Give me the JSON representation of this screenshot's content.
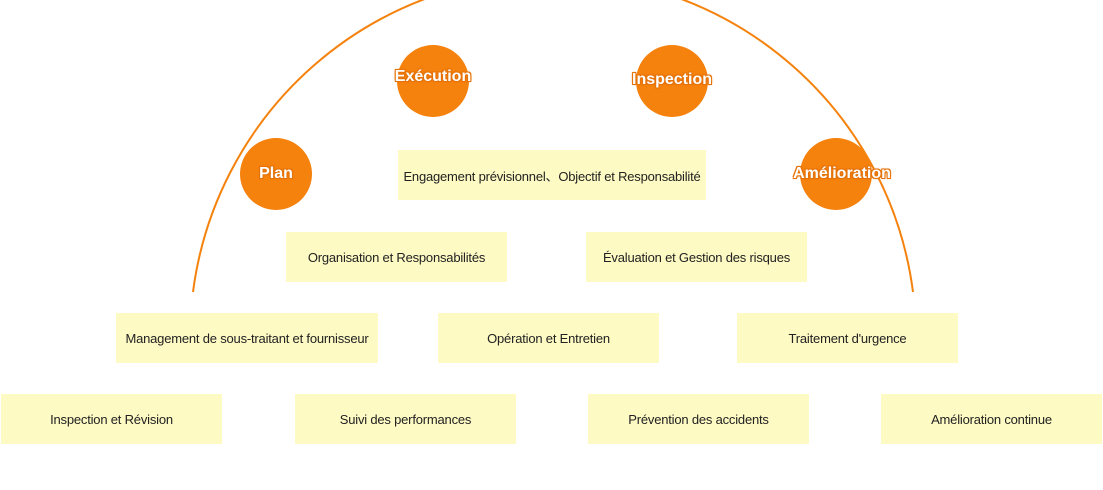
{
  "colors": {
    "accent": "#f5820d",
    "box_fill": "#fdfac3",
    "text": "#222222"
  },
  "phases": {
    "plan": "Plan",
    "execution": "Exécution",
    "inspection": "Inspection",
    "amelioration": "Amélioration"
  },
  "elements": {
    "engagement": "Engagement prévisionnel、Objectif et Responsabilité",
    "organisation": "Organisation et Responsabilités",
    "evaluation": "Évaluation et Gestion des risques",
    "management": "Management de sous-traitant et fournisseur",
    "operation": "Opération et Entretien",
    "traitement": "Traitement d'urgence",
    "inspection_revision": "Inspection et Révision",
    "suivi": "Suivi des performances",
    "prevention": "Prévention des accidents",
    "amelioration_continue": "Amélioration continue"
  }
}
